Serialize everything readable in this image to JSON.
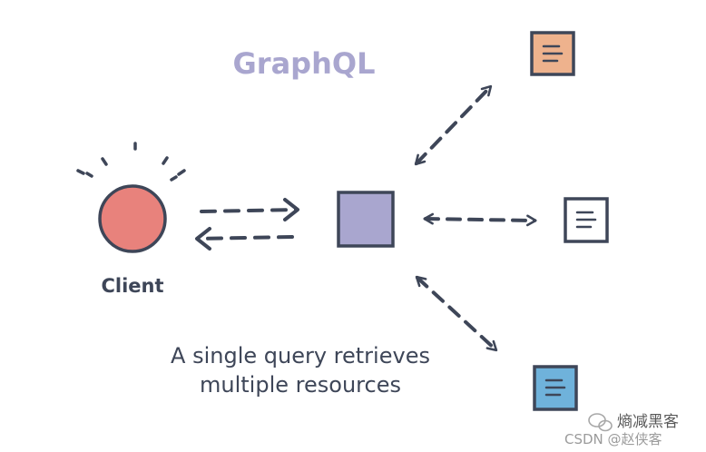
{
  "title": "GraphQL",
  "client": {
    "label": "Client",
    "fill": "#e8827c"
  },
  "server": {
    "fill": "#a9a6cf"
  },
  "resources": [
    {
      "name": "resource-top",
      "fill": "#eeb28d"
    },
    {
      "name": "resource-middle",
      "fill": "#ffffff"
    },
    {
      "name": "resource-bottom",
      "fill": "#6fb2db"
    }
  ],
  "caption": {
    "line1": "A single query retrieves",
    "line2": "multiple resources"
  },
  "watermark": {
    "line1": "熵减黑客",
    "line2": "CSDN @赵侠客"
  },
  "colors": {
    "stroke": "#3e4658",
    "title": "#a9a6cf"
  }
}
